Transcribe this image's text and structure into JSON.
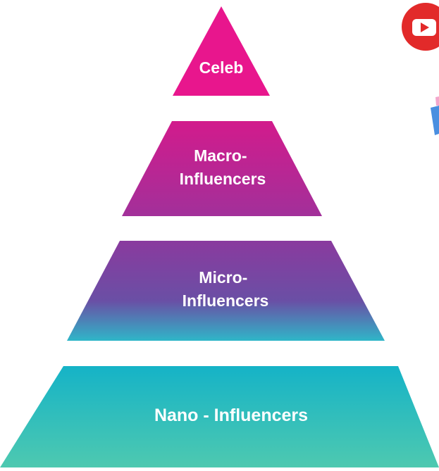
{
  "pyramid": {
    "tiers": [
      {
        "id": "celeb",
        "lines": [
          "Celeb"
        ]
      },
      {
        "id": "macro",
        "lines": [
          "Macro-",
          "Influencers"
        ]
      },
      {
        "id": "micro",
        "lines": [
          "Micro-",
          "Influencers"
        ]
      },
      {
        "id": "nano",
        "lines": [
          "Nano - Influencers"
        ]
      }
    ]
  },
  "colors": {
    "celeb": "#e8168d",
    "macro_top": "#d21b8c",
    "macro_bottom": "#a2309a",
    "micro_top": "#8a3a9e",
    "micro_mid": "#6a4fa5",
    "micro_bottom": "#2fb6c8",
    "nano_top": "#15b3c7",
    "nano_bottom": "#4ec9b0",
    "youtube_red": "#e22a2a",
    "icon_white": "#ffffff",
    "text": "#ffffff"
  },
  "decorations": {
    "top_right_icon": "youtube-play-icon",
    "right_edge_fragment": "social-icon-fragment"
  }
}
